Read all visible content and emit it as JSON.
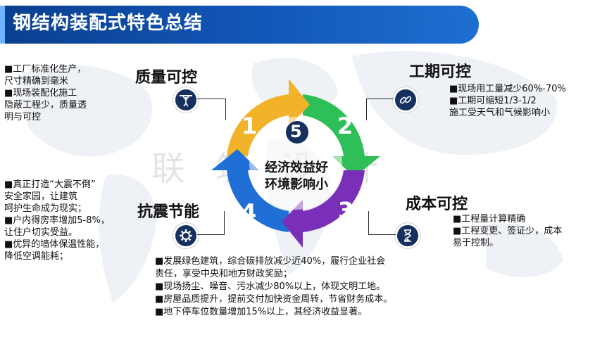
{
  "title": "钢结构装配式特色总结",
  "watermark": "联 筑 设 计",
  "center": {
    "number": "5",
    "line1": "经济效益好",
    "line2": "环境影响小"
  },
  "segments": [
    {
      "number": "1",
      "color": "#f2b32b"
    },
    {
      "number": "2",
      "color": "#2fbf58"
    },
    {
      "number": "3",
      "color": "#7a2fb8"
    },
    {
      "number": "4",
      "color": "#1f6fd6"
    }
  ],
  "quality": {
    "title": "质量可控",
    "icon": "weightlifter-icon",
    "lines": [
      "■工厂标准化生产，",
      "尺寸精确到毫米",
      "■现场装配化施工",
      "隐蔽工程少，质量透",
      "明与可控"
    ]
  },
  "schedule": {
    "title": "工期可控",
    "icon": "link-icon",
    "lines": [
      "■现场用工量减少60%-70%",
      "■工期可缩短1/3-1/2",
      "施工受天气和气候影响小"
    ]
  },
  "cost": {
    "title": "成本可控",
    "icon": "hourglass-icon",
    "lines": [
      "■工程量计算精确",
      "■工程变更、签证少，成本",
      "易于控制。"
    ]
  },
  "seismic": {
    "title": "抗震节能",
    "icon": "gear-icon",
    "lines": [
      "■真正打造“大震不倒”",
      "安全家园，让建筑",
      "呵护生命成为现实；",
      "■户内得房率增加5-8%，",
      "让住户切实受益。",
      "■优异的墙体保温性能，",
      "降低空调能耗；"
    ]
  },
  "benefits": {
    "lines": [
      "■发展绿色建筑，综合碳排放减少近40%，履行企业社会",
      "责任，享受中央和地方财政奖励；",
      "■现场扬尘、噪音、污水减少80%以上，体现文明工地。",
      "■房屋品质提升，提前交付加快资金周转，节省财务成本。",
      "■地下停车位数量增加15%以上，其经济收益显著。"
    ]
  }
}
